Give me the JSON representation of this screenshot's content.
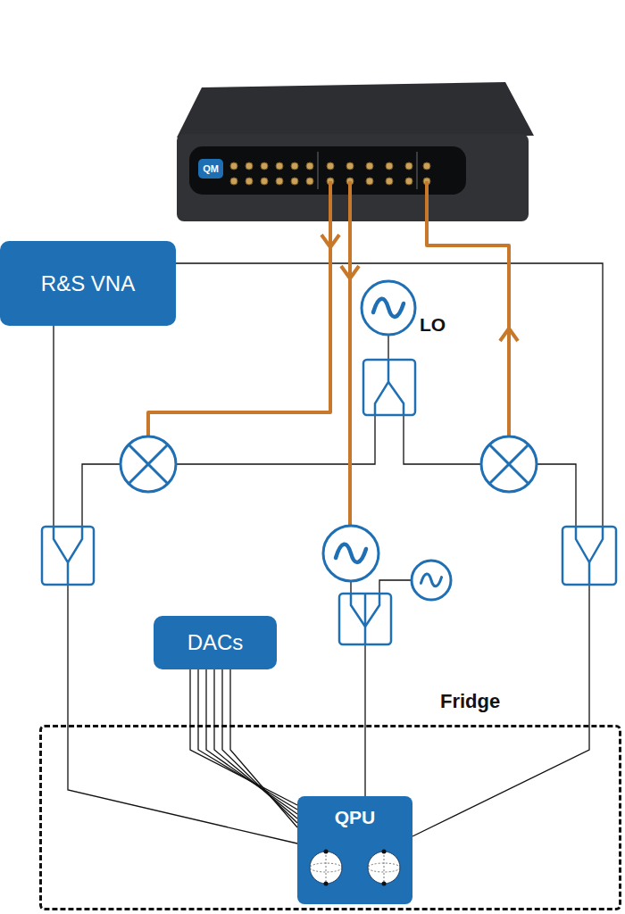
{
  "diagram": {
    "nodes": [
      {
        "text": [
          "R&S VNA"
        ]
      },
      {
        "text": [
          "DACs"
        ]
      },
      {
        "text": [
          "Fridge"
        ]
      },
      {
        "text": [
          "QPU"
        ],
        "in": 2
      }
    ],
    "edges": [
      {
        "from": 0,
        "to": 3,
        "arrow": "none"
      },
      {
        "from": 0,
        "to": 3,
        "arrow": "none"
      },
      {
        "from": 1,
        "to": 3,
        "arrow": "none"
      }
    ],
    "labels": [
      "QM",
      "LO"
    ]
  }
}
